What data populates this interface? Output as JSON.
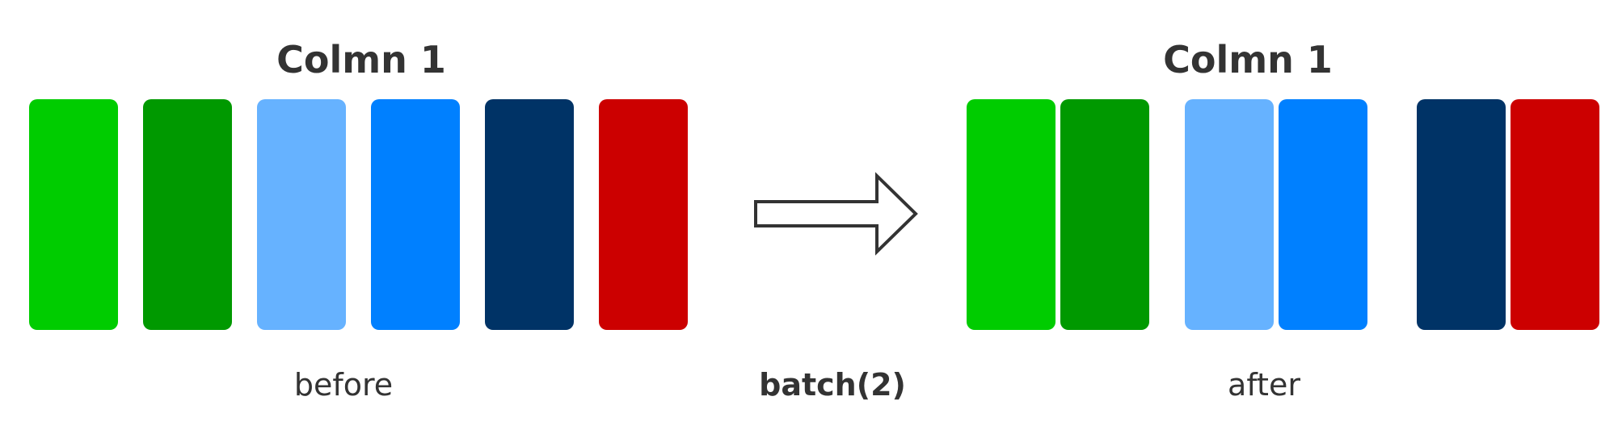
{
  "before": {
    "title": "Colmn 1",
    "caption": "before",
    "bars": [
      {
        "name": "bar-bright-green",
        "color": "#00cc00"
      },
      {
        "name": "bar-dark-green",
        "color": "#009900"
      },
      {
        "name": "bar-light-blue",
        "color": "#66b2ff"
      },
      {
        "name": "bar-blue",
        "color": "#0080ff"
      },
      {
        "name": "bar-navy",
        "color": "#003366"
      },
      {
        "name": "bar-red",
        "color": "#cc0000"
      }
    ]
  },
  "operation": {
    "label": "batch(2)",
    "icon": "right-arrow-icon"
  },
  "after": {
    "title": "Colmn 1",
    "caption": "after",
    "groups": [
      {
        "bars": [
          {
            "name": "bar-bright-green",
            "color": "#00cc00"
          },
          {
            "name": "bar-dark-green",
            "color": "#009900"
          }
        ]
      },
      {
        "bars": [
          {
            "name": "bar-light-blue",
            "color": "#66b2ff"
          },
          {
            "name": "bar-blue",
            "color": "#0080ff"
          }
        ]
      },
      {
        "bars": [
          {
            "name": "bar-navy",
            "color": "#003366"
          },
          {
            "name": "bar-red",
            "color": "#cc0000"
          }
        ]
      }
    ]
  }
}
